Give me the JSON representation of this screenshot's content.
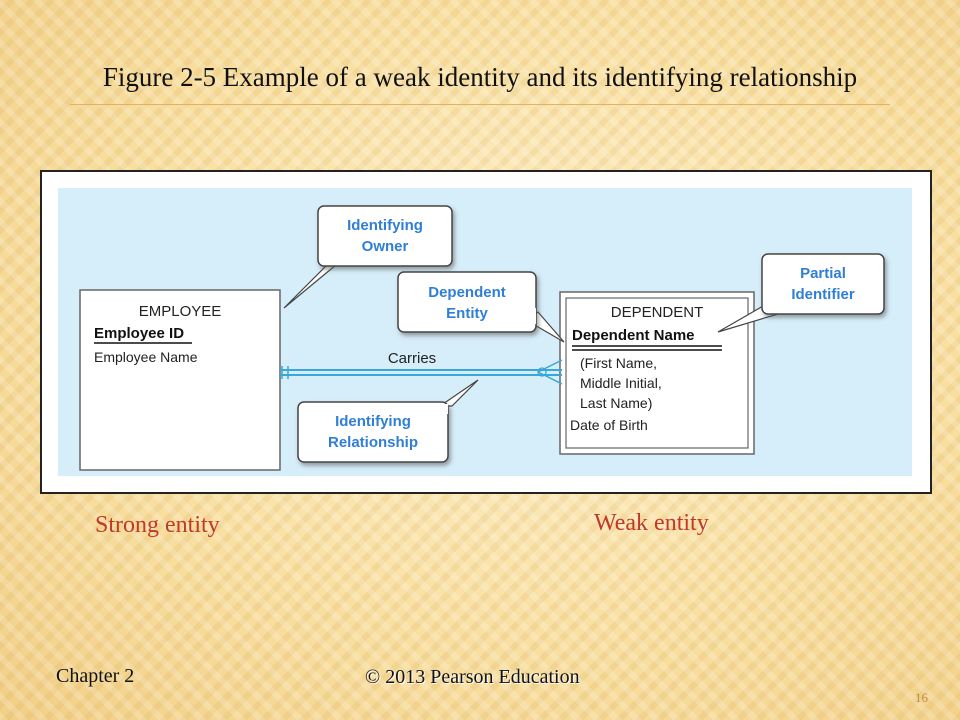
{
  "slide": {
    "title": "Figure 2-5 Example of a weak identity and its identifying relationship",
    "strong_label": "Strong entity",
    "weak_label": "Weak entity",
    "footer_chapter": "Chapter 2",
    "footer_copyright": "© 2013 Pearson Education",
    "page_number": "16"
  },
  "diagram": {
    "employee": {
      "name": "EMPLOYEE",
      "identifier": "Employee ID",
      "attribute": "Employee Name"
    },
    "dependent": {
      "name": "DEPENDENT",
      "identifier": "Dependent Name",
      "attr1": "(First Name,",
      "attr2": "Middle Initial,",
      "attr3": "Last Name)",
      "attr4": "Date of Birth"
    },
    "relationship_label": "Carries",
    "callouts": {
      "identifying_owner": [
        "Identifying",
        "Owner"
      ],
      "dependent_entity": [
        "Dependent",
        "Entity"
      ],
      "partial_identifier": [
        "Partial",
        "Identifier"
      ],
      "identifying_relationship": [
        "Identifying",
        "Relationship"
      ]
    }
  },
  "colors": {
    "title_text": "#111111",
    "label_red": "#c0392b",
    "callout_text": "#2f7fd6",
    "diagram_bg": "#d6eefa",
    "relationship_line": "#3aa7d9"
  }
}
